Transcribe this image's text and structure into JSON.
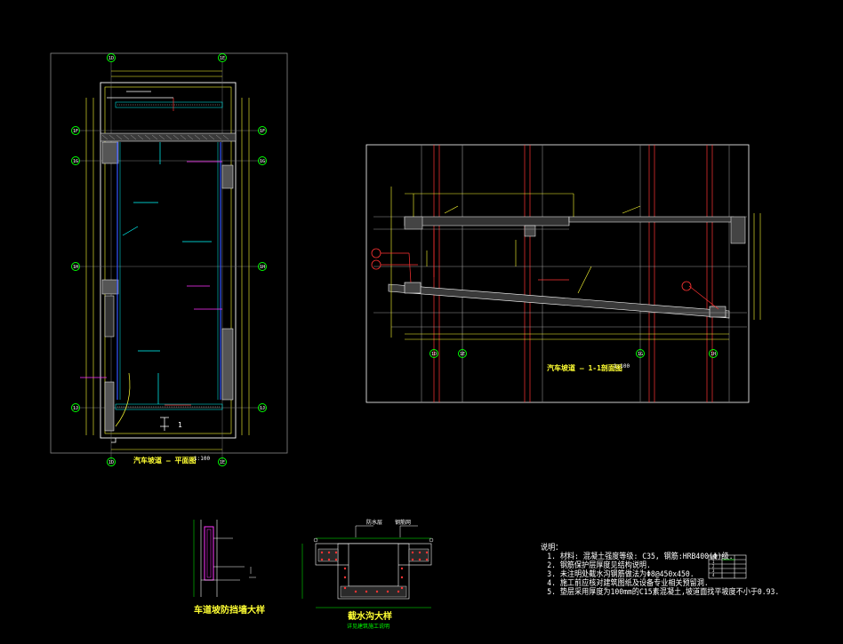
{
  "plan": {
    "title": "汽车坡道 — 平面图",
    "scale": "1:100",
    "section_marker": "1",
    "axis_tags": [
      "1D",
      "1E",
      "1F",
      "1G",
      "1H",
      "1J"
    ]
  },
  "section": {
    "title": "汽车坡道 — 1-1剖面图",
    "scale": "1:100",
    "axis_tags": [
      "1D",
      "1E",
      "1G",
      "1H"
    ]
  },
  "details": {
    "wall_title": "车道坡防挡墙大样",
    "drain_title": "截水沟大样",
    "drain_labels": [
      "防水层",
      "钢筋网"
    ],
    "drain_subnote": "详见建筑施工说明"
  },
  "notes": {
    "header": "说明：",
    "lines": [
      "1. 材料: 混凝土强度等级: C35, 钢筋:HRB400(Φ)级.",
      "2. 钢筋保护层厚度见结构说明.",
      "3. 未注明处截水沟钢筋做法为Φ8@450x450.",
      "4. 施工前应核对建筑图纸及设备专业相关预留洞.",
      "5. 垫层采用厚度为100mm的C15素混凝土,坡道面找平坡度不小于0.93."
    ]
  },
  "legend": {
    "rows": [
      "编号",
      "1",
      "2",
      "3",
      "4"
    ]
  }
}
